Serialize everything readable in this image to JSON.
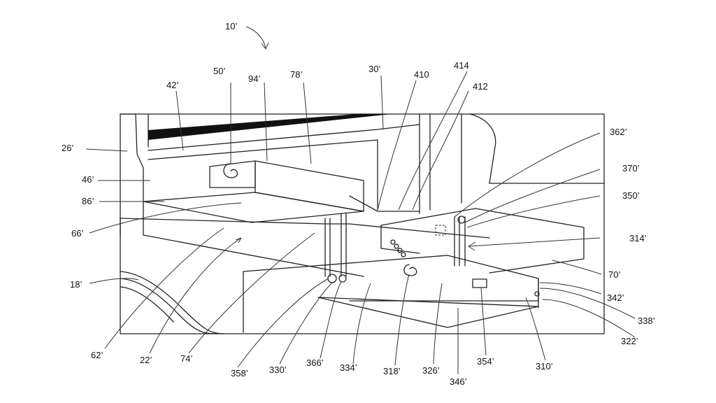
{
  "figure": {
    "labels": {
      "fig_ref": "10’",
      "l42": "42’",
      "l50": "50’",
      "l94": "94’",
      "l78": "78’",
      "l30": "30’",
      "l410": "410",
      "l414": "414",
      "l412": "412",
      "l362": "362’",
      "l370": "370’",
      "l350": "350’",
      "l314": "314’",
      "l26": "26’",
      "l46": "46’",
      "l86": "86’",
      "l66": "66’",
      "l18": "18’",
      "l70": "70’",
      "l342": "342’",
      "l338": "338’",
      "l322": "322’",
      "l62": "62’",
      "l22": "22’",
      "l74": "74’",
      "l358": "358’",
      "l330": "330’",
      "l366": "366’",
      "l334": "334’",
      "l318": "318’",
      "l326": "326’",
      "l346": "346’",
      "l354": "354’",
      "l310": "310’"
    }
  }
}
